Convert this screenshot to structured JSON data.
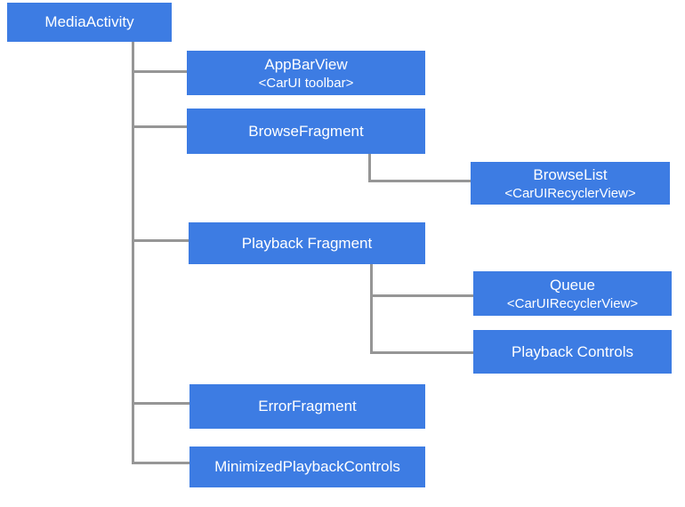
{
  "diagram": {
    "background_color": "#ffffff",
    "node_fill_color": "#3d7ce3",
    "node_text_color": "#ffffff",
    "connector_color": "#969696"
  },
  "nodes": [
    {
      "label": "MediaActivity"
    },
    {
      "label": "AppBarView",
      "sublabel": "<CarUI toolbar>"
    },
    {
      "label": "BrowseFragment"
    },
    {
      "label": "BrowseList",
      "sublabel": "<CarUIRecyclerView>"
    },
    {
      "label": "Playback Fragment"
    },
    {
      "label": "Queue",
      "sublabel": "<CarUIRecyclerView>"
    },
    {
      "label": "Playback Controls"
    },
    {
      "label": "ErrorFragment"
    },
    {
      "label": "MinimizedPlaybackControls"
    }
  ],
  "edges": [
    {
      "from": "MediaActivity",
      "to": "AppBarView"
    },
    {
      "from": "MediaActivity",
      "to": "BrowseFragment"
    },
    {
      "from": "BrowseFragment",
      "to": "BrowseList"
    },
    {
      "from": "MediaActivity",
      "to": "Playback Fragment"
    },
    {
      "from": "Playback Fragment",
      "to": "Queue"
    },
    {
      "from": "Playback Fragment",
      "to": "Playback Controls"
    },
    {
      "from": "MediaActivity",
      "to": "ErrorFragment"
    },
    {
      "from": "MediaActivity",
      "to": "MinimizedPlaybackControls"
    }
  ]
}
